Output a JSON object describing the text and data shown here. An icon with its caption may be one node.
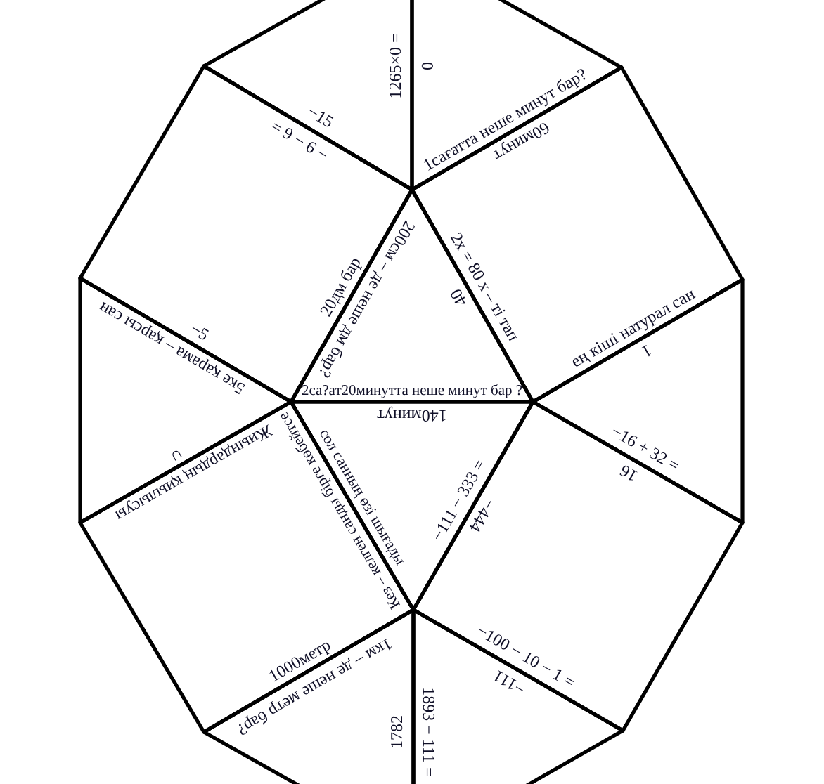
{
  "diagram": {
    "nodes": [
      {
        "text": [
          "1265×0 =",
          "−15"
        ]
      },
      {
        "text": [
          "0",
          "1сағатта неше минут бар?"
        ]
      },
      {
        "text": [
          "− 9 − 6 =",
          "20дм бар",
          "−5"
        ]
      },
      {
        "text": [
          "60минут",
          "2x = 80 x – ті тап",
          "ең кіші натурал сан"
        ]
      },
      {
        "text": [
          "200см – де неше дм бар?",
          "40",
          "2са?ат20минутта неше минут бар ?"
        ]
      },
      {
        "text": [
          "5ке қарама – қарсы сан",
          "∩"
        ]
      },
      {
        "text": [
          "1",
          "−16 + 32 ="
        ]
      },
      {
        "text": [
          "140минут",
          "сол санның өзі шығады",
          "−111 − 333 ="
        ]
      },
      {
        "text": [
          "Жиындардың қиылысуы",
          "Кез – келген санды бірге көбейтсе",
          "1000метр"
        ]
      },
      {
        "text": [
          "−444",
          "16",
          "−100 − 10 − 1 ="
        ]
      },
      {
        "text": [
          "1км – де неше метр бар?",
          "1782"
        ]
      },
      {
        "text": [
          "1893 − 111 =",
          "−111"
        ]
      }
    ]
  }
}
